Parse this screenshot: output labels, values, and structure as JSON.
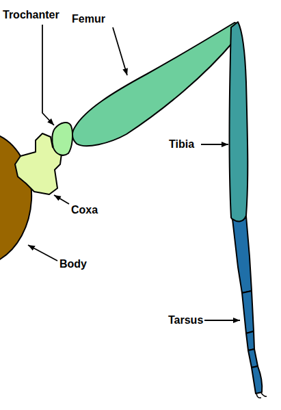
{
  "diagram": {
    "labels": [
      "Femur",
      "Trochanter",
      "Tibia",
      "Coxa",
      "Body",
      "Tarsus"
    ]
  }
}
